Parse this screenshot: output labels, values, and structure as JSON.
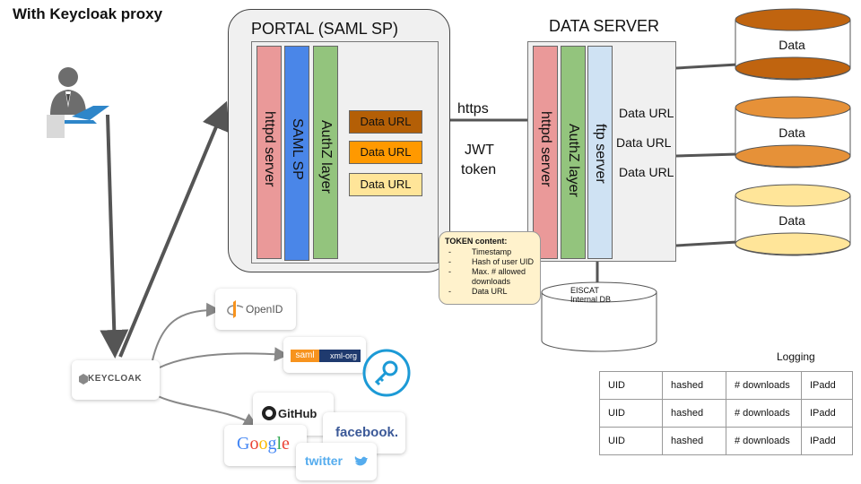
{
  "title": "With Keycloak proxy",
  "portal": {
    "title": "PORTAL (SAML SP)",
    "bars": [
      "httpd server",
      "SAML SP",
      "AuthZ layer"
    ],
    "data_urls": [
      "Data URL",
      "Data URL",
      "Data URL"
    ]
  },
  "data_server": {
    "title": "DATA SERVER",
    "bars": [
      "httpd server",
      "AuthZ layer",
      "ftp server"
    ],
    "data_urls": [
      "Data URL",
      "Data URL",
      "Data URL"
    ]
  },
  "flow": {
    "https": "https",
    "jwt_line1": "JWT",
    "jwt_line2": "token"
  },
  "token": {
    "heading": "TOKEN content:",
    "items": [
      "Timestamp",
      "Hash of user UID",
      "Max. # allowed downloads",
      "Data URL"
    ]
  },
  "internal_db": {
    "line1": "EISCAT",
    "line2": "Internal DB"
  },
  "data_stores": [
    "Data",
    "Data",
    "Data"
  ],
  "logging": {
    "title": "Logging",
    "rows": [
      [
        "UID",
        "hashed",
        "# downloads",
        "IPadd"
      ],
      [
        "UID",
        "hashed",
        "# downloads",
        "IPadd"
      ],
      [
        "UID",
        "hashed",
        "# downloads",
        "IPadd"
      ]
    ]
  },
  "identity_providers": {
    "keycloak": "KEYCLOAK",
    "openid": "OpenID",
    "saml": "saml",
    "xml_org": "xml-org",
    "github": "GitHub",
    "google": "Google",
    "facebook": "facebook.",
    "twitter": "twitter"
  },
  "colors": {
    "httpd": "#ea9999",
    "saml_sp": "#4a86e8",
    "authz": "#93c47d",
    "ftp": "#cfe2f3",
    "data_url_dark": "#b45f06",
    "data_url_mid": "#ff9900",
    "data_url_light": "#ffe599",
    "cyl_dark": "#c0640f",
    "cyl_mid": "#e69138",
    "cyl_light": "#ffe599",
    "token_bg": "#fff2cc",
    "key_ring": "#1c9ad6"
  }
}
